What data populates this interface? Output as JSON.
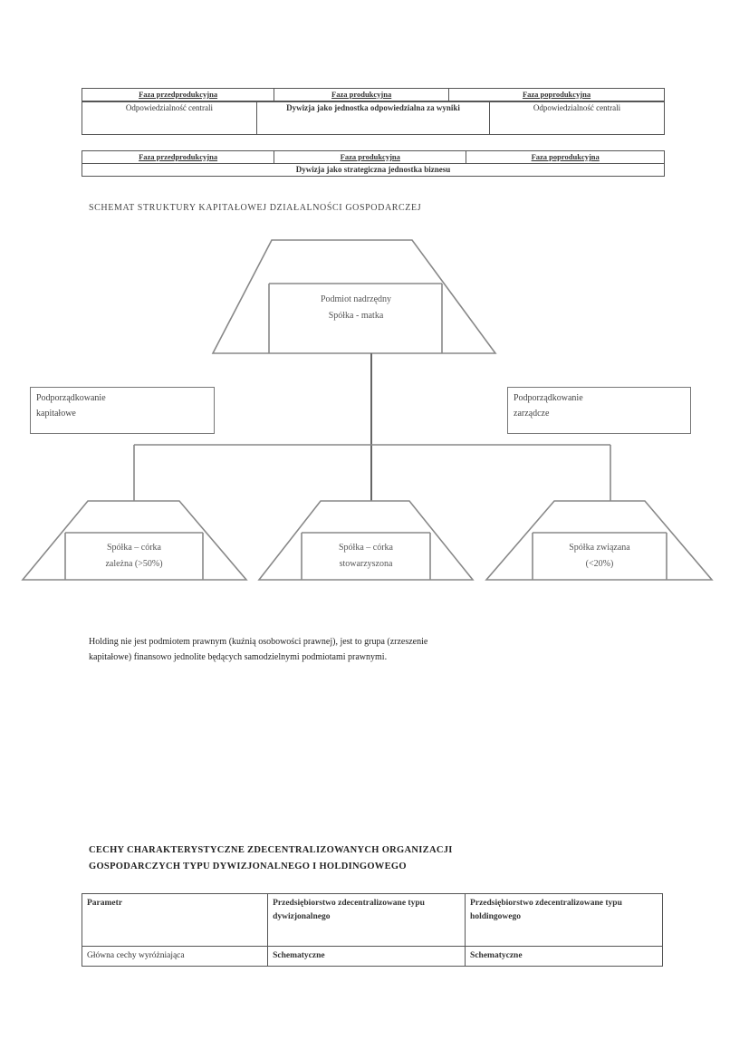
{
  "table1": {
    "headers": [
      "Faza przedprodukcyjna",
      "Faza produkcyjna",
      "Faza poprodukcyjna"
    ],
    "row": [
      "Odpowiedzialność centrali",
      "Dywizja jako jednostka odpowiedzialna za wyniki",
      "Odpowiedzialność centrali"
    ]
  },
  "table2": {
    "headers": [
      "Faza przedprodukcyjna",
      "Faza produkcyjna",
      "Faza poprodukcyjna"
    ],
    "row": "Dywizja jako strategiczna jednostka biznesu"
  },
  "diagram": {
    "title": "SCHEMAT STRUKTURY KAPITAŁOWEJ DZIAŁALNOŚCI GOSPODARCZEJ",
    "top": {
      "line1": "Podmiot nadrzędny",
      "line2": "Spółka - matka"
    },
    "left_note": {
      "line1": "Podporządkowanie",
      "line2": "kapitałowe"
    },
    "right_note": {
      "line1": "Podporządkowanie",
      "line2": "zarządcze"
    },
    "children": [
      {
        "line1": "Spółka – córka",
        "line2": "zależna (>50%)"
      },
      {
        "line1": "Spółka – córka",
        "line2": "stowarzyszona"
      },
      {
        "line1": "Spółka związana",
        "line2": "(<20%)"
      }
    ]
  },
  "paragraph": {
    "line1": "Holding nie jest podmiotem prawnym (kuźnią osobowości prawnej), jest to grupa (zrzeszenie",
    "line2": "kapitałowe) finansowo jednolite będących samodzielnymi podmiotami prawnymi."
  },
  "section2": {
    "title_line1": "CECHY CHARAKTERYSTYCZNE ZDECENTRALIZOWANYCH ORGANIZACJI",
    "title_line2": "GOSPODARCZYCH TYPU DYWIZJONALNEGO I HOLDINGOWEGO"
  },
  "table3": {
    "headers": [
      "Parametr",
      "Przedsiębiorstwo zdecentralizowane typu dywizjonalnego",
      "Przedsiębiorstwo zdecentralizowane typu holdingowego"
    ],
    "rows": [
      [
        "Główna cechy wyróżniająca",
        "Schematyczne",
        "Schematyczne"
      ]
    ]
  }
}
